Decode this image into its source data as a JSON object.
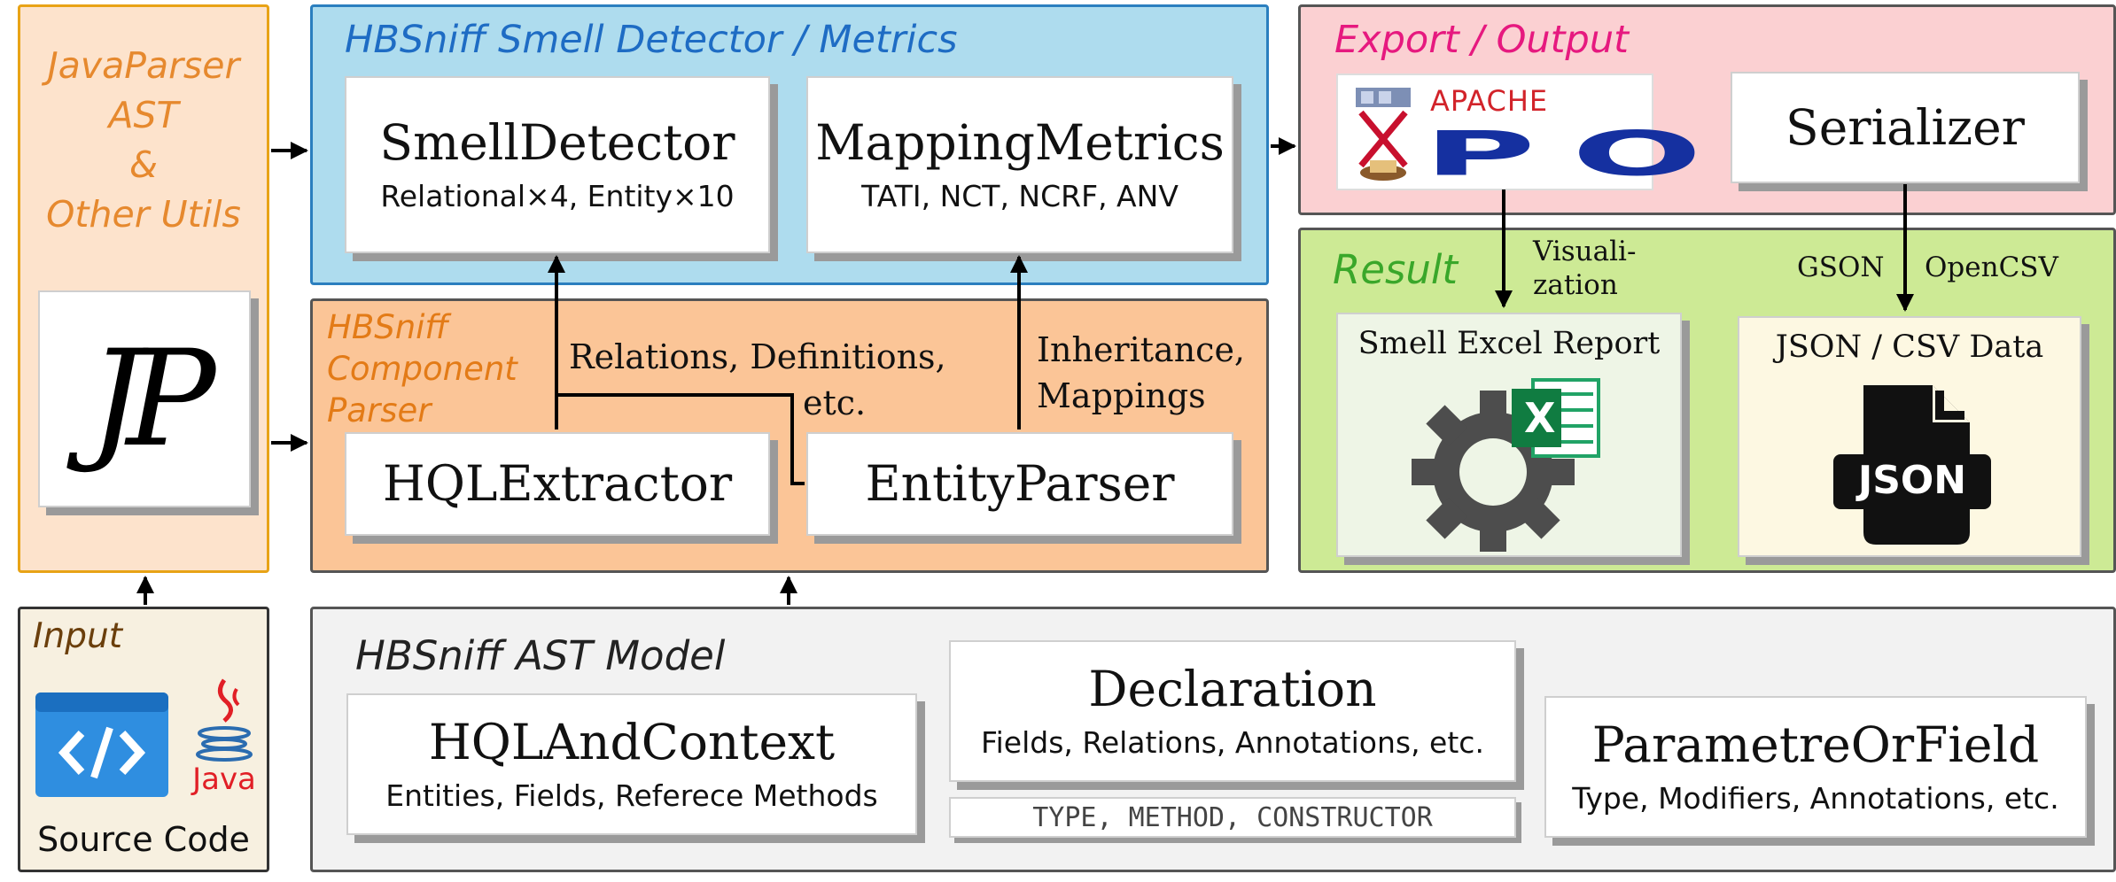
{
  "colors": {
    "javaparser_fill": "#fde3cc",
    "javaparser_border": "#e8a316",
    "javaparser_text": "#e6892e",
    "detector_fill": "#aedcee",
    "detector_border": "#2b7fbf",
    "detector_text": "#1e6cc4",
    "parser_fill": "#fbc597",
    "parser_border": "#555555",
    "parser_text": "#e37b17",
    "export_fill": "#fbd0d2",
    "export_border": "#555555",
    "export_text": "#e6197f",
    "result_fill": "#cdea95",
    "result_border": "#555555",
    "result_text": "#3aa72a",
    "input_fill": "#f7f0e0",
    "input_text": "#6b3f0c",
    "ast_fill": "#f2f2f2",
    "ast_text": "#222222"
  },
  "javaparser": {
    "title_lines": [
      "JavaParser",
      "AST",
      "&",
      "Other Utils"
    ],
    "logo_text": "JP"
  },
  "detector": {
    "title": "HBSniff Smell Detector / Metrics",
    "smell_detector": {
      "title": "SmellDetector",
      "subtitle": "Relational×4, Entity×10"
    },
    "mapping_metrics": {
      "title": "MappingMetrics",
      "subtitle": "TATI, NCT, NCRF, ANV"
    }
  },
  "component_parser": {
    "title_lines": [
      "HBSniff",
      "Component",
      "Parser"
    ],
    "label_relations": "Relations, Definitions,",
    "label_etc": "etc.",
    "label_inheritance": "Inheritance,",
    "label_mappings": "Mappings",
    "hql_extractor": {
      "title": "HQLExtractor"
    },
    "entity_parser": {
      "title": "EntityParser"
    }
  },
  "export": {
    "title": "Export / Output",
    "poi_logo": {
      "top": "APACHE",
      "main": "POI"
    },
    "serializer": {
      "title": "Serializer"
    }
  },
  "result": {
    "title": "Result",
    "label_visualization": [
      "Visuali-",
      "zation"
    ],
    "label_gson": "GSON",
    "label_opencsv": "OpenCSV",
    "excel_report": {
      "title": "Smell Excel Report",
      "icon_letter": "X"
    },
    "json_data": {
      "title": "JSON / CSV Data",
      "icon_text": "JSON"
    }
  },
  "input": {
    "title": "Input",
    "java_text": "Java",
    "caption": "Source Code"
  },
  "ast_model": {
    "title": "HBSniff AST Model",
    "hql_context": {
      "title": "HQLAndContext",
      "subtitle": "Entities, Fields, Referece Methods"
    },
    "declaration": {
      "title": "Declaration",
      "subtitle": "Fields, Relations, Annotations, etc.",
      "types": "TYPE, METHOD, CONSTRUCTOR"
    },
    "param_field": {
      "title": "ParametreOrField",
      "subtitle": "Type, Modifiers, Annotations, etc."
    }
  }
}
